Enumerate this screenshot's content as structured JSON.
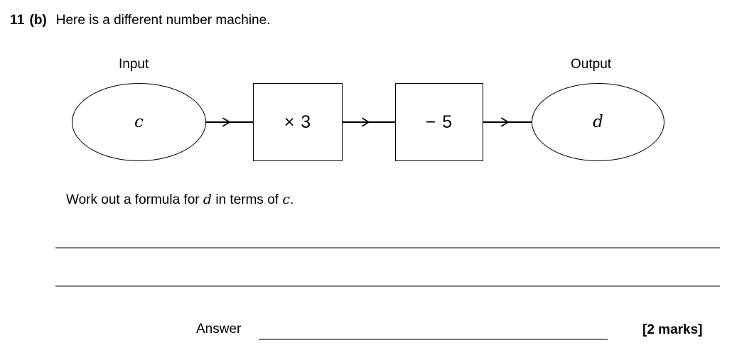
{
  "question": {
    "number": "11",
    "part": "(b)",
    "prompt": "Here is a different number machine."
  },
  "diagram": {
    "input_label": "Input",
    "output_label": "Output",
    "input_value": "c",
    "output_value": "d",
    "operations": [
      {
        "label": "× 3"
      },
      {
        "label": "− 5"
      }
    ],
    "arrow_glyph": "chevron-right"
  },
  "instruction": {
    "text_before": "Work out a formula for",
    "variable_1": "d",
    "text_middle": "in terms of",
    "variable_2": "c",
    "text_after": "."
  },
  "answer": {
    "label": "Answer",
    "value": "",
    "marks": "[2 marks]"
  },
  "working": {
    "line_count": 2
  },
  "colors": {
    "ink": "#000000",
    "rule_gray": "#808080",
    "answer_rule_gray": "#777777",
    "page_background": "#ffffff"
  }
}
